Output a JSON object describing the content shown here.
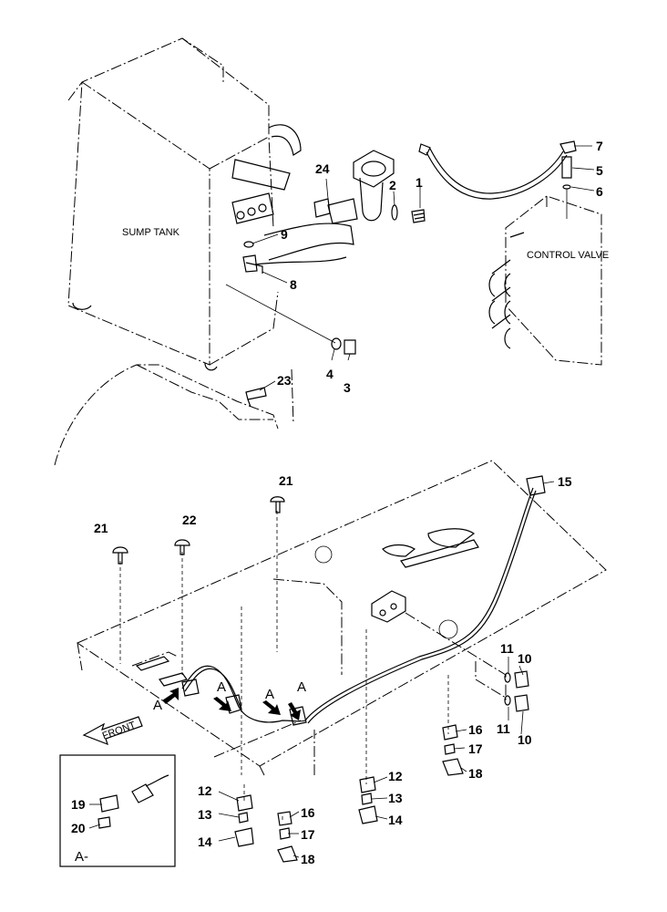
{
  "labels": {
    "sump_tank": "SUMP TANK",
    "control_valve": "CONTROL VALVE",
    "front": "FRONT",
    "detail_title": "A-"
  },
  "callouts": {
    "c1": "1",
    "c2": "2",
    "c3": "3",
    "c4": "4",
    "c5": "5",
    "c6": "6",
    "c7": "7",
    "c8": "8",
    "c9": "9",
    "c10a": "10",
    "c10b": "10",
    "c11a": "11",
    "c11b": "11",
    "c12a": "12",
    "c12b": "12",
    "c13a": "13",
    "c13b": "13",
    "c14a": "14",
    "c14b": "14",
    "c15": "15",
    "c16a": "16",
    "c16b": "16",
    "c17a": "17",
    "c17b": "17",
    "c18a": "18",
    "c18b": "18",
    "c19": "19",
    "c20": "20",
    "c21a": "21",
    "c21b": "21",
    "c22": "22",
    "c23": "23",
    "c24": "24"
  },
  "view_markers": [
    "A",
    "A",
    "A",
    "A"
  ]
}
